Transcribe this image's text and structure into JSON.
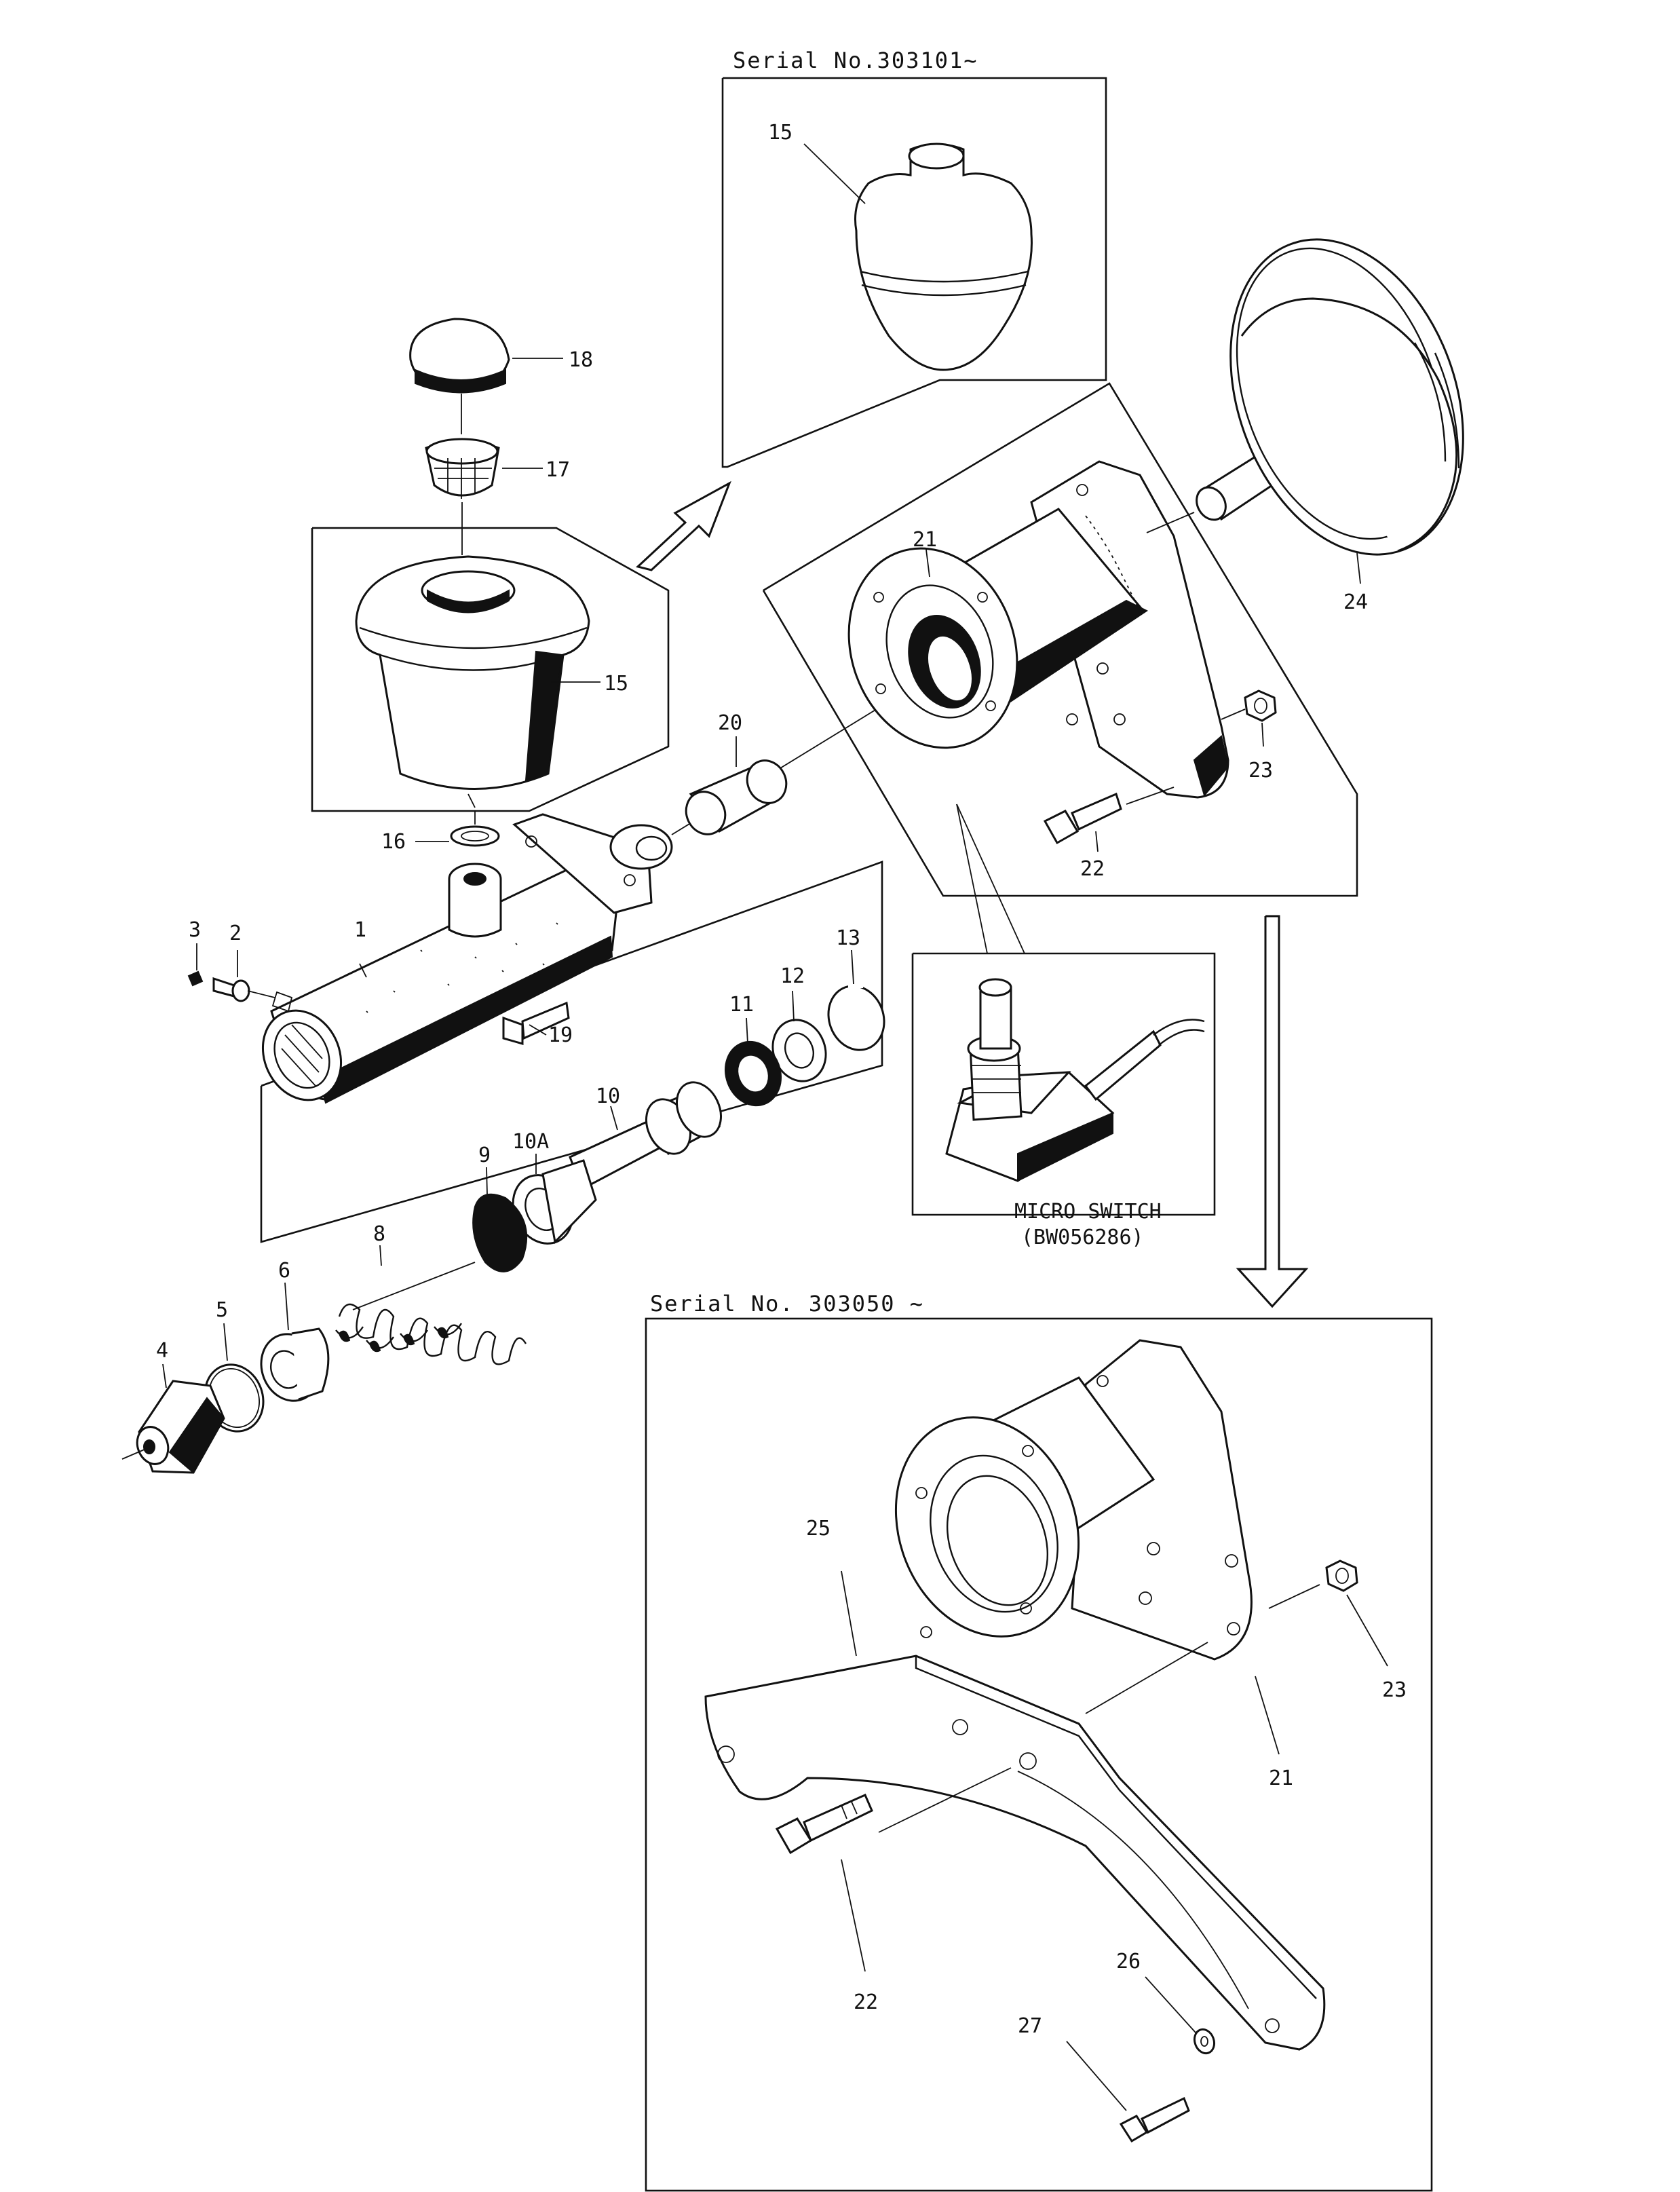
{
  "headers": {
    "serial_top": "Serial No.303101~",
    "serial_bottom": "Serial No. 303050 ~"
  },
  "micro_switch": {
    "title": "MICRO SWITCH",
    "part_no": "(BW056286)"
  },
  "callouts": {
    "c1": "1",
    "c2": "2",
    "c3": "3",
    "c4": "4",
    "c5": "5",
    "c6": "6",
    "c8": "8",
    "c9": "9",
    "c10": "10",
    "c10a": "10A",
    "c11": "11",
    "c12": "12",
    "c13": "13",
    "c15_inset": "15",
    "c15": "15",
    "c16": "16",
    "c17": "17",
    "c18": "18",
    "c19": "19",
    "c20": "20",
    "c21_top": "21",
    "c22_top": "22",
    "c23_top": "23",
    "c24": "24",
    "c25": "25",
    "c23_bottom": "23",
    "c21_bottom": "21",
    "c22_bottom": "22",
    "c26": "26",
    "c27": "27"
  }
}
